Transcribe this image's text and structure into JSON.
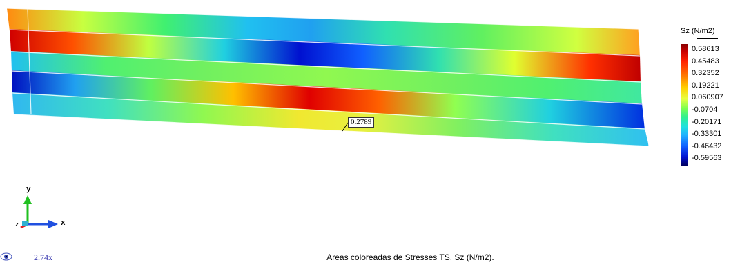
{
  "legend": {
    "title": "Sz (N/m2)",
    "values": [
      "0.58613",
      "0.45483",
      "0.32352",
      "0.19221",
      "0.060907",
      "-0.0704",
      "-0.20171",
      "-0.33301",
      "-0.46432",
      "-0.59563"
    ]
  },
  "probe": {
    "value": "0.2789"
  },
  "axes": {
    "x_label": "x",
    "y_label": "y",
    "z_label": "z"
  },
  "status": {
    "zoom": "2.74x",
    "caption": "Areas coloreadas de Stresses TS, Sz (N/m2)."
  },
  "colors": {
    "high": "#c80000",
    "mid": "#50f060",
    "low": "#0010d0"
  }
}
